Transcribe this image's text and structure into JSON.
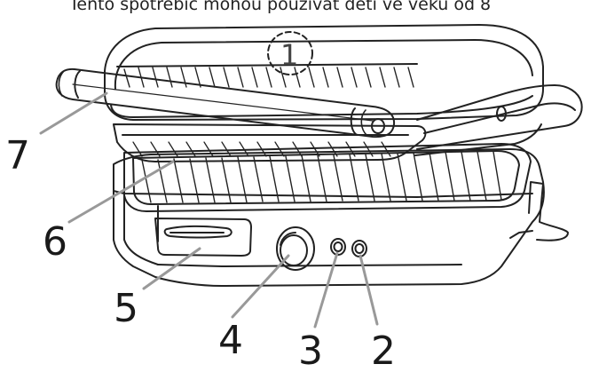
{
  "caption": "Tento spotřebič mohou používat děti ve věku od 8",
  "labels": {
    "l1": "1",
    "l2": "2",
    "l3": "3",
    "l4": "4",
    "l5": "5",
    "l6": "6",
    "l7": "7"
  }
}
